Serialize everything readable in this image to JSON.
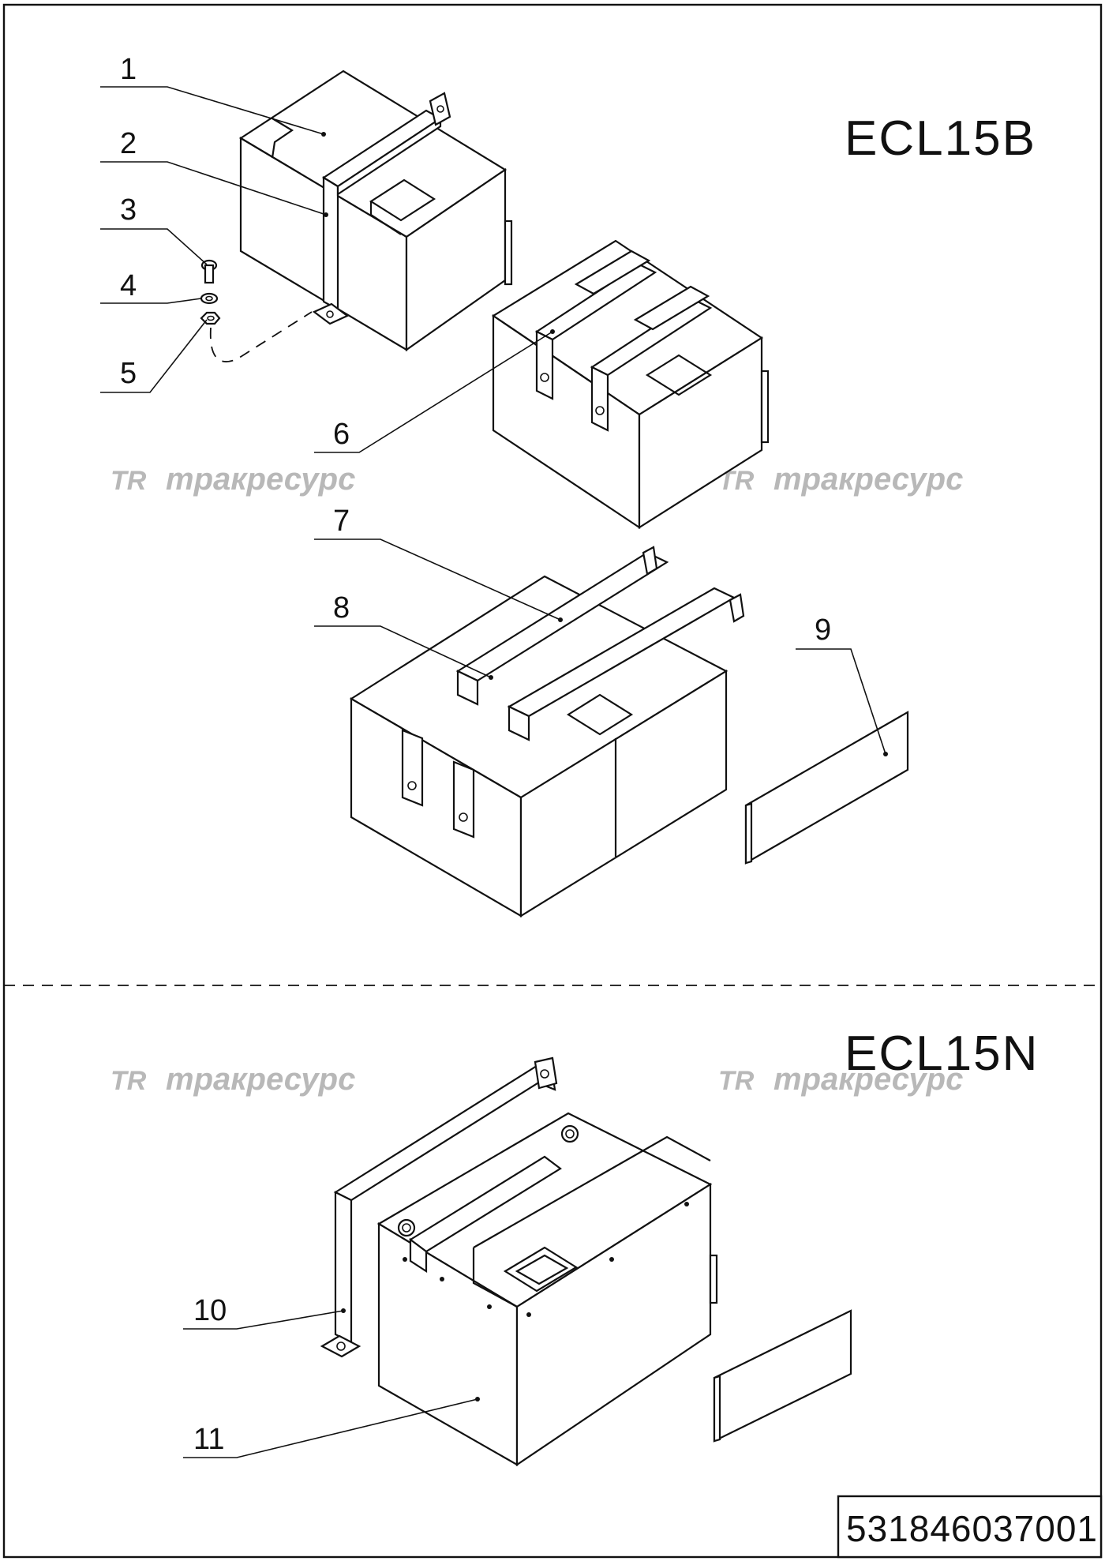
{
  "models": {
    "top": "ECL15B",
    "bottom": "ECL15N"
  },
  "doc_number": "531846037001",
  "watermark": {
    "logo": "TR",
    "text": "тракресурс"
  },
  "callouts": [
    {
      "id": "c1",
      "label": "1"
    },
    {
      "id": "c2",
      "label": "2"
    },
    {
      "id": "c3",
      "label": "3"
    },
    {
      "id": "c4",
      "label": "4"
    },
    {
      "id": "c5",
      "label": "5"
    },
    {
      "id": "c6",
      "label": "6"
    },
    {
      "id": "c7",
      "label": "7"
    },
    {
      "id": "c8",
      "label": "8"
    },
    {
      "id": "c9",
      "label": "9"
    },
    {
      "id": "c10",
      "label": "10"
    },
    {
      "id": "c11",
      "label": "11"
    }
  ]
}
